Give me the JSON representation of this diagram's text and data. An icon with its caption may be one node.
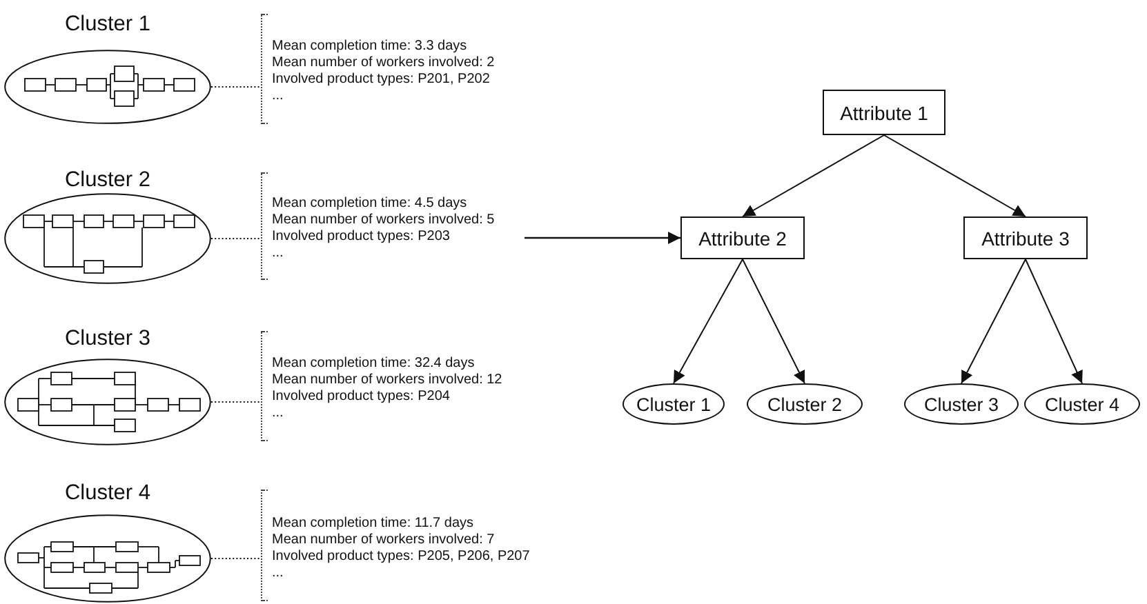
{
  "diagram": {
    "nodes": [
      {
        "text": [
          "Cluster 1"
        ]
      },
      {
        "text": [
          "Cluster 2"
        ]
      },
      {
        "text": [
          "Cluster 3"
        ]
      },
      {
        "text": [
          "Cluster 4"
        ]
      },
      {
        "text": [
          "Mean completion time: 3.3 days",
          "Mean number of workers involved: 2",
          "Involved product types: P201, P202",
          "..."
        ]
      },
      {
        "text": [
          "Mean completion time: 4.5 days",
          "Mean number of workers involved: 5",
          "Involved product types: P203",
          "..."
        ]
      },
      {
        "text": [
          "Mean completion time: 32.4 days",
          "Mean number of workers involved: 12",
          "Involved product types: P204",
          "..."
        ]
      },
      {
        "text": [
          "Mean completion time: 11.7 days",
          "Mean number of workers involved: 7",
          "Involved product types: P205, P206, P207",
          "..."
        ]
      },
      {
        "text": [
          "Attribute 1"
        ]
      },
      {
        "text": [
          "Attribute 2"
        ]
      },
      {
        "text": [
          "Attribute 3"
        ]
      },
      {
        "text": [
          "Cluster 1"
        ]
      },
      {
        "text": [
          "Cluster 2"
        ]
      },
      {
        "text": [
          "Cluster 3"
        ]
      },
      {
        "text": [
          "Cluster 4"
        ]
      }
    ],
    "edges": [
      {
        "from": 0,
        "to": 4,
        "arrow": "none",
        "style": "dashed"
      },
      {
        "from": 1,
        "to": 5,
        "arrow": "none",
        "style": "dashed"
      },
      {
        "from": 2,
        "to": 6,
        "arrow": "none",
        "style": "dashed"
      },
      {
        "from": 3,
        "to": 7,
        "arrow": "none",
        "style": "dashed"
      },
      {
        "from": null,
        "to": 9,
        "arrow": "to"
      },
      {
        "from": 8,
        "to": 9,
        "arrow": "to"
      },
      {
        "from": 8,
        "to": 10,
        "arrow": "to"
      },
      {
        "from": 9,
        "to": 11,
        "arrow": "to"
      },
      {
        "from": 9,
        "to": 12,
        "arrow": "to"
      },
      {
        "from": 10,
        "to": 13,
        "arrow": "to"
      },
      {
        "from": 10,
        "to": 14,
        "arrow": "to"
      }
    ]
  }
}
